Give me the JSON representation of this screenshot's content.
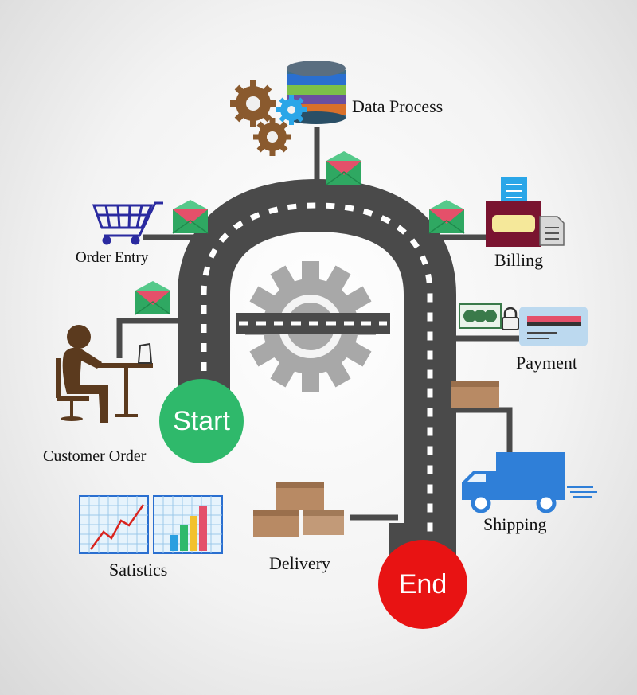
{
  "labels": {
    "data_process": "Data Process",
    "order_entry": "Order Entry",
    "billing": "Billing",
    "payment": "Payment",
    "customer_order": "Customer Order",
    "shipping": "Shipping",
    "statistics": "Satistics",
    "delivery": "Delivery",
    "start": "Start",
    "end": "End"
  },
  "colors": {
    "road": "#4a4a4a",
    "road_dash": "#ffffff",
    "start": "#2fb96b",
    "end": "#e81313",
    "truck": "#2f7fd8",
    "box": "#b88a64",
    "person": "#5b3a1e",
    "cart": "#2a2aa0",
    "envelope_green": "#35b36b",
    "envelope_red": "#e4506a",
    "gear_brown": "#8a5a2e",
    "gear_blue": "#2aa6e8",
    "gear_gray": "#a8a8a8"
  },
  "icons": [
    "database-icon",
    "gear-icon",
    "envelope-icon",
    "cart-icon",
    "printer-icon",
    "document-icon",
    "money-icon",
    "lock-icon",
    "credit-card-icon",
    "person-at-desk-icon",
    "truck-icon",
    "box-icon",
    "line-chart-icon",
    "bar-chart-icon"
  ]
}
